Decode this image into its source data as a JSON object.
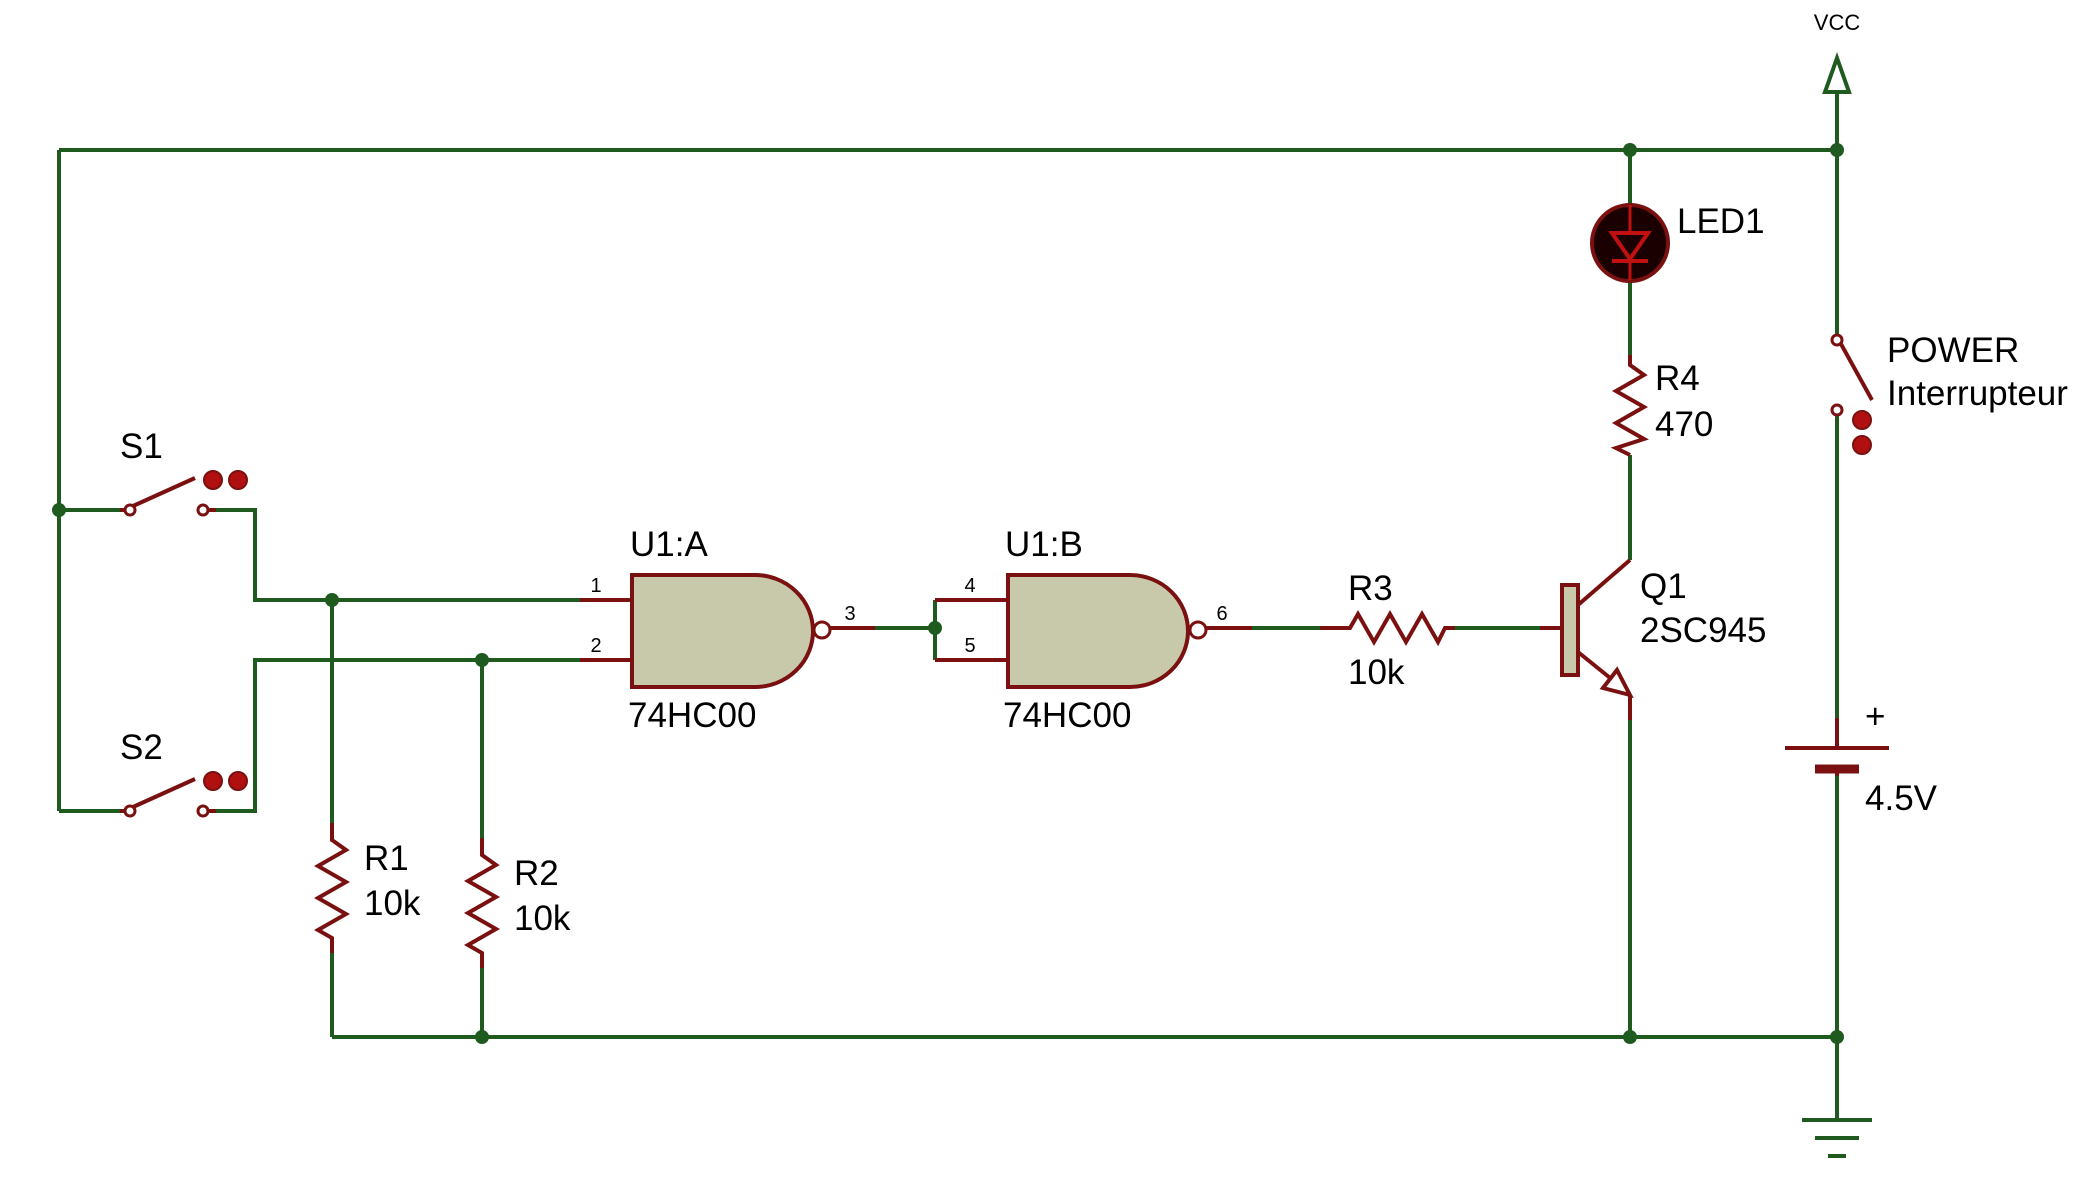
{
  "power": {
    "vcc_label": "VCC",
    "battery_plus": "+",
    "battery_value": "4.5V"
  },
  "switches": {
    "s1": {
      "name": "S1"
    },
    "s2": {
      "name": "S2"
    },
    "power_switch": {
      "name": "POWER",
      "type": "Interrupteur"
    }
  },
  "resistors": {
    "r1": {
      "name": "R1",
      "value": "10k"
    },
    "r2": {
      "name": "R2",
      "value": "10k"
    },
    "r3": {
      "name": "R3",
      "value": "10k"
    },
    "r4": {
      "name": "R4",
      "value": "470"
    }
  },
  "gates": {
    "u1a": {
      "name": "U1:A",
      "part": "74HC00",
      "pins": [
        "1",
        "2",
        "3"
      ]
    },
    "u1b": {
      "name": "U1:B",
      "part": "74HC00",
      "pins": [
        "4",
        "5",
        "6"
      ]
    }
  },
  "led": {
    "name": "LED1"
  },
  "transistor": {
    "name": "Q1",
    "part": "2SC945"
  }
}
